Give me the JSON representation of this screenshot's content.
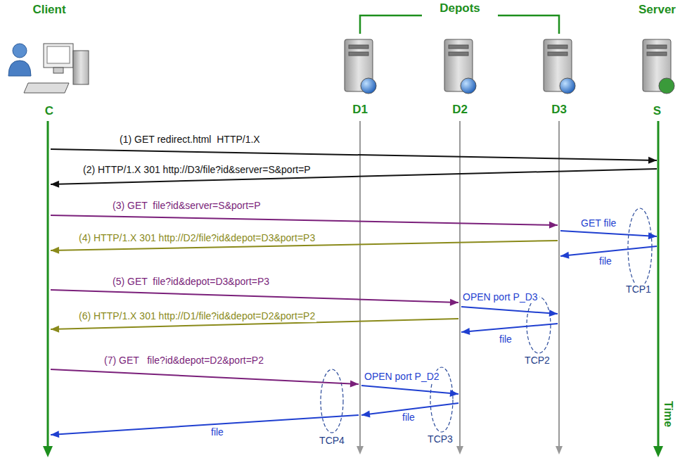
{
  "diagram": {
    "nodes": [
      {
        "text": [
          "Client",
          "C"
        ]
      },
      {
        "text": [
          "D1"
        ]
      },
      {
        "text": [
          "D2"
        ]
      },
      {
        "text": [
          "D3"
        ]
      },
      {
        "text": [
          "Server",
          "S"
        ]
      }
    ],
    "edges": [
      {
        "from": 0,
        "to": 4,
        "arrow": "to",
        "label": "(1) GET redirect.html  HTTP/1.X"
      },
      {
        "from": 4,
        "to": 0,
        "arrow": "to",
        "label": "(2) HTTP/1.X 301 http://D3/file?id&server=S&port=P"
      },
      {
        "from": 0,
        "to": 3,
        "arrow": "to",
        "label": "(3) GET  file?id&server=S&port=P"
      },
      {
        "from": 3,
        "to": 4,
        "arrow": "to",
        "label": "GET file"
      },
      {
        "from": 4,
        "to": 3,
        "arrow": "to",
        "label": "file"
      },
      {
        "from": 3,
        "to": 0,
        "arrow": "to",
        "label": "(4) HTTP/1.X 301 http://D2/file?id&depot=D3&port=P3"
      },
      {
        "from": 0,
        "to": 2,
        "arrow": "to",
        "label": "(5) GET  file?id&depot=D3&port=P3"
      },
      {
        "from": 2,
        "to": 3,
        "arrow": "to",
        "label": "OPEN port P_D3"
      },
      {
        "from": 3,
        "to": 2,
        "arrow": "to",
        "label": "file"
      },
      {
        "from": 2,
        "to": 0,
        "arrow": "to",
        "label": "(6) HTTP/1.X 301 http://D1/file?id&depot=D2&port=P2"
      },
      {
        "from": 0,
        "to": 1,
        "arrow": "to",
        "label": "(7) GET   file?id&depot=D2&port=P2"
      },
      {
        "from": 1,
        "to": 2,
        "arrow": "to",
        "label": "OPEN port P_D2"
      },
      {
        "from": 2,
        "to": 1,
        "arrow": "to",
        "label": "file"
      },
      {
        "from": 1,
        "to": 0,
        "arrow": "to",
        "label": "file"
      }
    ],
    "labels": [
      "Depots",
      "Time",
      "TCP1",
      "TCP2",
      "TCP3",
      "TCP4"
    ]
  }
}
